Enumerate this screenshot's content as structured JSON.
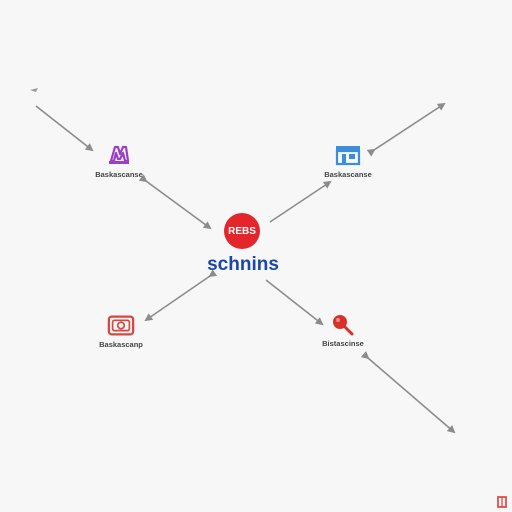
{
  "hub": {
    "badge_text": "REBS",
    "title": "schnins",
    "badge_color": "#e4262c",
    "title_color": "#1a47a8"
  },
  "nodes": [
    {
      "id": "top-left",
      "label": "Baskascanse",
      "icon": "sewing-machine-icon",
      "color": "#9b3fc6"
    },
    {
      "id": "top-right",
      "label": "Baskascanse",
      "icon": "storefront-icon",
      "color": "#3b8fd8"
    },
    {
      "id": "bottom-left",
      "label": "Baskascanp",
      "icon": "camera-icon",
      "color": "#d9463f"
    },
    {
      "id": "bottom-right",
      "label": "Bistascinse",
      "icon": "magnifier-icon",
      "color": "#d8312c"
    }
  ],
  "colors": {
    "connector": "#8c8c8c",
    "background": "#f7f7f7"
  }
}
